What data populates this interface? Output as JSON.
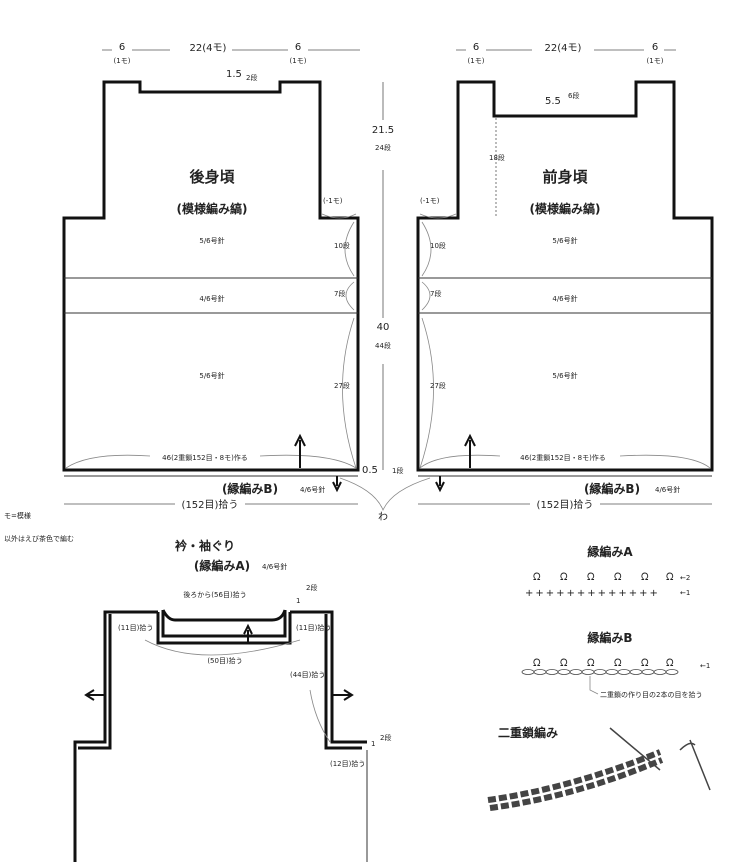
{
  "back": {
    "title": "後身頃",
    "subtitle": "(模様編み縞)",
    "dim_side": "6",
    "dim_side_sub": "(1モ)",
    "dim_center": "22(4モ)",
    "neck_depth": "1.5",
    "neck_rows": "2段",
    "dec": "(-1モ)",
    "rows_10": "10段",
    "rows_7": "7段",
    "rows_27": "27段",
    "needle_top": "5/6号針",
    "needle_mid": "4/6号針",
    "needle_bottom": "5/6号針",
    "cast_on": "46(2重鎖152目・8モ)作る",
    "border": "(縁編みB)",
    "border_needle": "4/6号針",
    "pickup": "(152目)拾う"
  },
  "front": {
    "title": "前身頃",
    "subtitle": "(模様編み縞)",
    "dim_side": "6",
    "dim_side_sub": "(1モ)",
    "dim_center": "22(4モ)",
    "neck_depth": "5.5",
    "neck_rows": "6段",
    "rows_18": "18段",
    "dec": "(-1モ)",
    "rows_10": "10段",
    "rows_7": "7段",
    "rows_27": "27段",
    "needle_top": "5/6号針",
    "needle_mid": "4/6号針",
    "needle_bottom": "5/6号針",
    "cast_on": "46(2重鎖152目・8モ)作る",
    "border": "(縁編みB)",
    "border_needle": "4/6号針",
    "pickup": "(152目)拾う"
  },
  "center_dims": {
    "upper": "21.5",
    "upper_rows": "24段",
    "lower": "40",
    "lower_rows": "44段",
    "border": "0.5",
    "border_rows": "1段",
    "loop": "わ"
  },
  "notes": {
    "legend": "モ=模様",
    "color_note": "以外はえび茶色で編む"
  },
  "collar": {
    "title": "衿・袖ぐり",
    "subtitle": "(縁編みA)",
    "needle": "4/6号針",
    "back_pickup": "後ろから(56目)拾う",
    "rows_top": "1",
    "rows_top_sub": "2段",
    "left_pickup": "(11目)拾う",
    "right_pickup": "(11目)拾う",
    "front_pickup": "(50目)拾う",
    "armhole_pickup": "(44目)拾う",
    "rows_bottom": "1",
    "rows_bottom_sub": "2段",
    "under_pickup": "(12目)拾う"
  },
  "stitch_a": {
    "title": "縁編みA",
    "row2": "←2",
    "row1": "←1"
  },
  "stitch_b": {
    "title": "縁編みB",
    "row1": "←1",
    "note": "二重鎖の作り目の2本の目を拾う"
  },
  "chain": {
    "title": "二重鎖編み"
  }
}
